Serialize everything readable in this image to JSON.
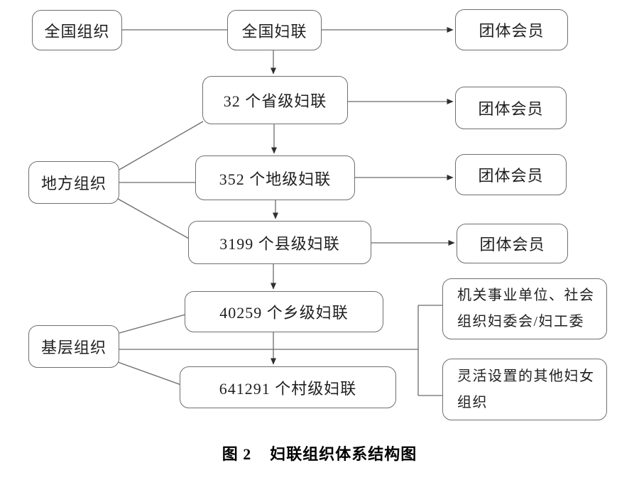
{
  "figure": {
    "background": "#ffffff",
    "line_color": "#6b6b6b",
    "arrow_color": "#2e2e2e",
    "text_color": "#1f1f1f",
    "caption": {
      "label": "图 2",
      "title": "妇联组织体系结构图"
    },
    "nodes": {
      "national_org": "全国组织",
      "national_fulian": "全国妇联",
      "group_member_top": "团体会员",
      "provincial": "32 个省级妇联",
      "group_member_provincial": "团体会员",
      "local_org": "地方组织",
      "prefecture": "352 个地级妇联",
      "group_member_prefecture": "团体会员",
      "county": "3199 个县级妇联",
      "group_member_county": "团体会员",
      "township": "40259 个乡级妇联",
      "grassroots_org": "基层组织",
      "village": "641291 个村级妇联",
      "org_committee": {
        "line1": "机关事业单位、社会",
        "line2": "组织妇委会/妇工委"
      },
      "flexible_org": {
        "line1": "灵活设置的其他妇女",
        "line2": "组织"
      }
    }
  }
}
